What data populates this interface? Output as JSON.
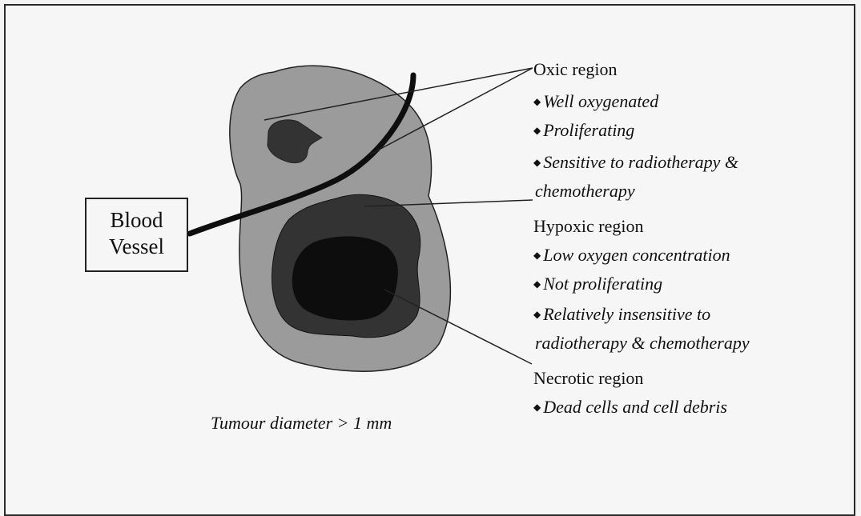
{
  "diagram": {
    "blood_vessel_label": [
      "Blood",
      "Vessel"
    ],
    "caption": "Tumour diameter > 1 mm",
    "bullet_glyph": "◆",
    "regions": {
      "oxic": {
        "title": "Oxic region",
        "bullets": [
          "Well oxygenated",
          "Proliferating",
          "Sensitive to radiotherapy &"
        ],
        "continuation": "chemotherapy",
        "color": "#9b9b9b"
      },
      "hypoxic": {
        "title": "Hypoxic region",
        "bullets": [
          "Low oxygen concentration",
          "Not proliferating",
          "Relatively insensitive to"
        ],
        "continuation": "radiotherapy & chemotherapy",
        "color": "#333333"
      },
      "necrotic": {
        "title": "Necrotic region",
        "bullets": [
          "Dead cells and cell debris"
        ],
        "color": "#0d0d0d"
      }
    }
  }
}
